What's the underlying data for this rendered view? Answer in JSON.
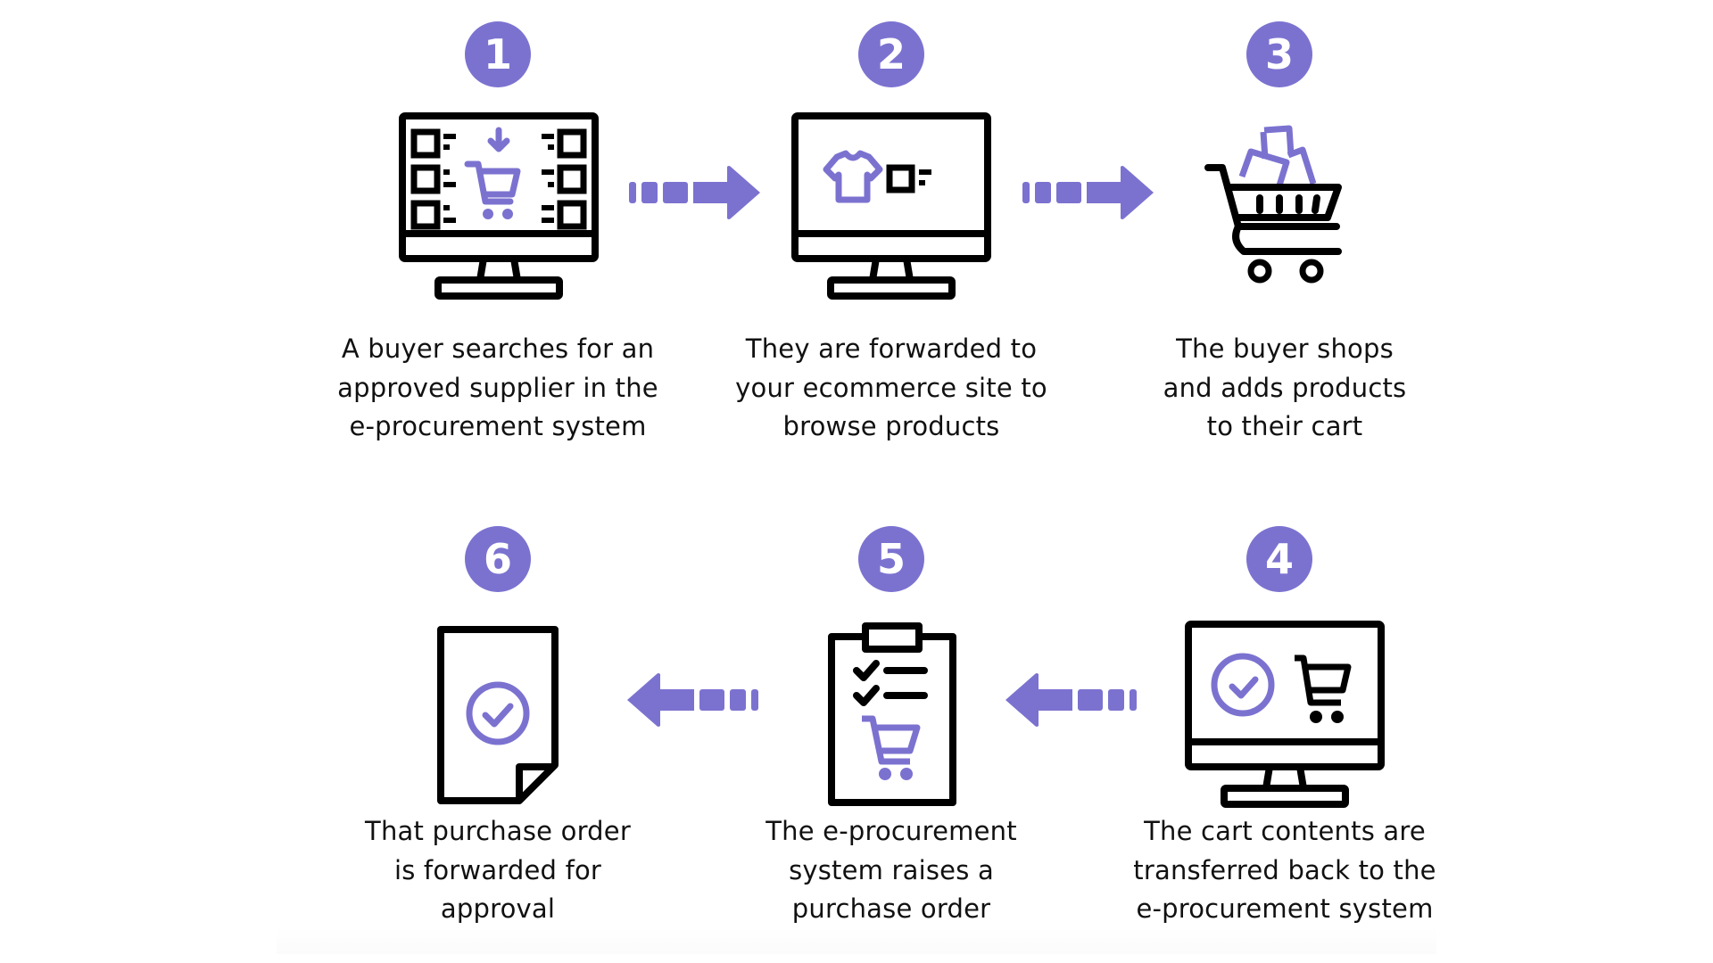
{
  "diagram": {
    "title": "",
    "accent_color": "#7B72D0",
    "ink_color": "#000000",
    "steps": [
      {
        "number": "1",
        "icon": "monitor-search-cart-icon",
        "lines": [
          "A buyer searches for an",
          "approved supplier in the",
          "e-procurement system"
        ]
      },
      {
        "number": "2",
        "icon": "monitor-shirt-product-icon",
        "lines": [
          "They are forwarded to",
          "your ecommerce site to",
          "browse products"
        ]
      },
      {
        "number": "3",
        "icon": "full-shopping-cart-icon",
        "lines": [
          "The buyer shops",
          "and adds products",
          "to their cart"
        ]
      },
      {
        "number": "4",
        "icon": "monitor-check-cart-icon",
        "lines": [
          "The cart contents are",
          "transferred back to the",
          "e-procurement system"
        ]
      },
      {
        "number": "5",
        "icon": "clipboard-checklist-cart-icon",
        "lines": [
          "The e-procurement",
          "system raises a",
          "purchase order"
        ]
      },
      {
        "number": "6",
        "icon": "document-approved-icon",
        "lines": [
          "That purchase order",
          "is forwarded for",
          "approval"
        ]
      }
    ],
    "flow": [
      {
        "from": "1",
        "to": "2",
        "direction": "right"
      },
      {
        "from": "2",
        "to": "3",
        "direction": "right"
      },
      {
        "from": "4",
        "to": "5",
        "direction": "left"
      },
      {
        "from": "5",
        "to": "6",
        "direction": "left"
      }
    ]
  }
}
